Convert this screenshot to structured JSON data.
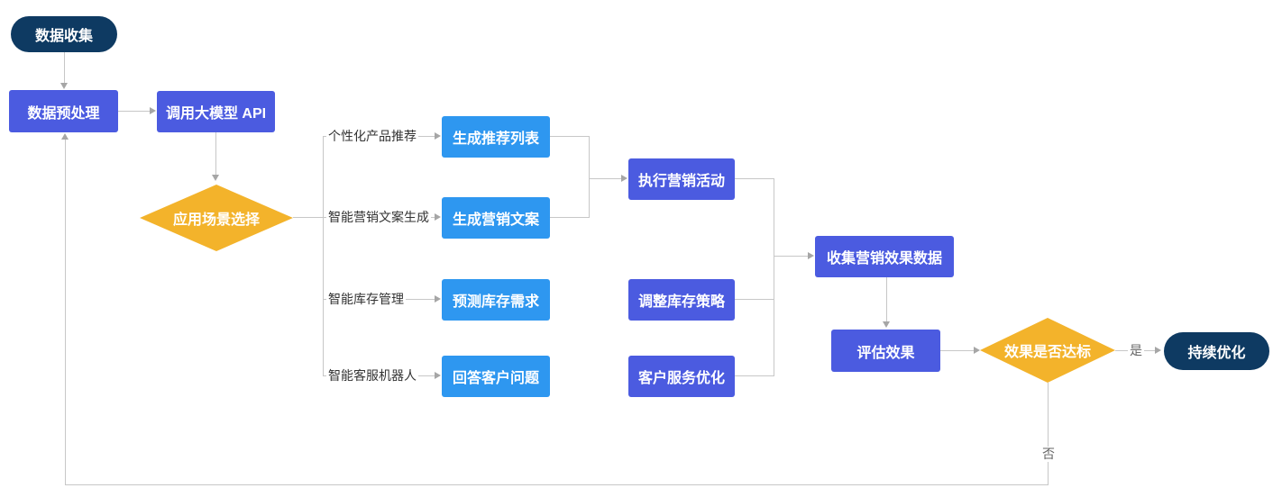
{
  "diagram": {
    "type": "flowchart",
    "nodes": {
      "data_collection": "数据收集",
      "data_preprocessing": "数据预处理",
      "call_llm_api": "调用大模型 API",
      "scenario_selection": "应用场景选择",
      "generate_recommendation_list": "生成推荐列表",
      "generate_marketing_copy": "生成营销文案",
      "predict_inventory_demand": "预测库存需求",
      "answer_customer_questions": "回答客户问题",
      "execute_marketing_campaign": "执行营销活动",
      "adjust_inventory_strategy": "调整库存策略",
      "customer_service_optimization": "客户服务优化",
      "collect_marketing_effect_data": "收集营销效果数据",
      "evaluate_effect": "评估效果",
      "effect_meets_target": "效果是否达标",
      "continuous_optimization": "持续优化"
    },
    "edge_labels": {
      "personalized_product_recommendation": "个性化产品推荐",
      "smart_marketing_copy_generation": "智能营销文案生成",
      "smart_inventory_management": "智能库存管理",
      "smart_customer_service_bot": "智能客服机器人",
      "yes": "是",
      "no": "否"
    },
    "colors": {
      "terminal_fill": "#0e3a62",
      "process_primary_fill": "#4b5be0",
      "process_accent_fill": "#2e97f0",
      "decision_fill": "#f3b32b",
      "node_text": "#ffffff",
      "connector": "#c7c7c7",
      "arrowhead": "#a6a6a6",
      "edge_label_text": "#333333",
      "background": "#ffffff"
    }
  }
}
